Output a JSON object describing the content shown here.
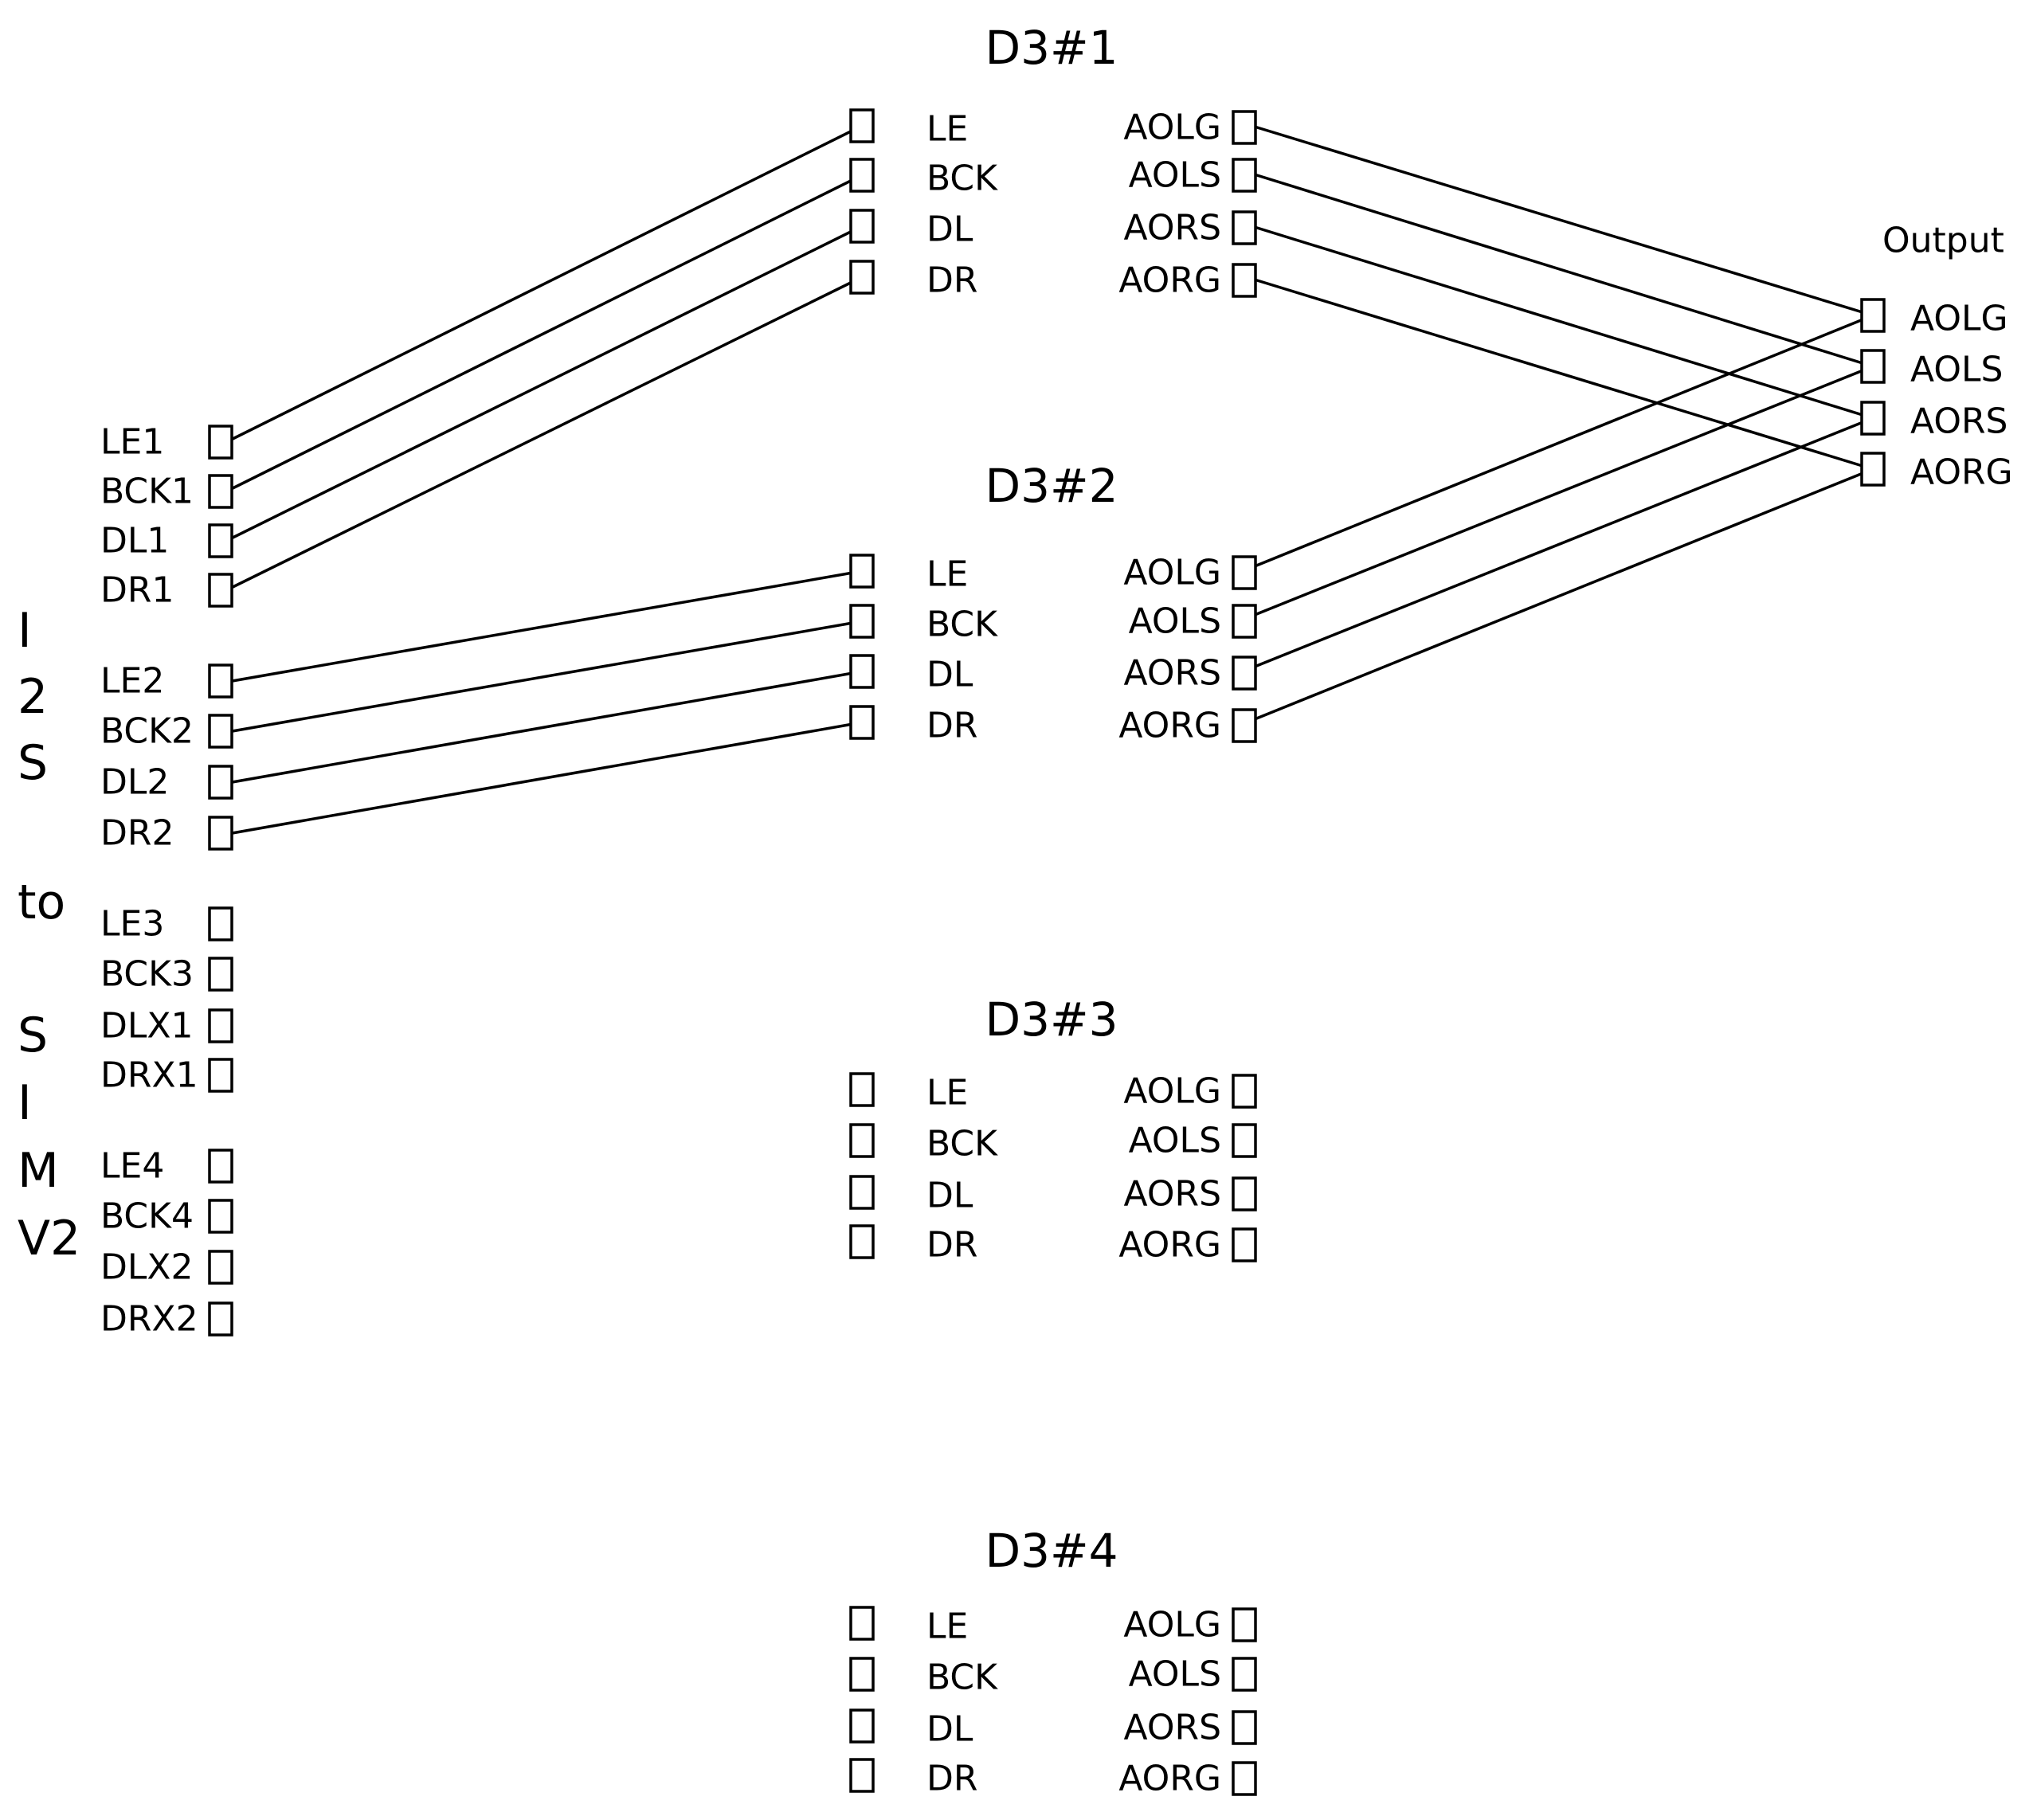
{
  "source": {
    "side_label": [
      "I",
      "2",
      "S",
      "to",
      "S",
      "I",
      "M",
      "V2"
    ],
    "groups": [
      [
        "LE1",
        "BCK1",
        "DL1",
        "DR1"
      ],
      [
        "LE2",
        "BCK2",
        "DL2",
        "DR2"
      ],
      [
        "LE3",
        "BCK3",
        "DLX1",
        "DRX1"
      ],
      [
        "LE4",
        "BCK4",
        "DLX2",
        "DRX2"
      ]
    ]
  },
  "chips": [
    {
      "title": "D3#1",
      "inputs": [
        "LE",
        "BCK",
        "DL",
        "DR"
      ],
      "outputs": [
        "AOLG",
        "AOLS",
        "AORS",
        "AORG"
      ]
    },
    {
      "title": "D3#2",
      "inputs": [
        "LE",
        "BCK",
        "DL",
        "DR"
      ],
      "outputs": [
        "AOLG",
        "AOLS",
        "AORS",
        "AORG"
      ]
    },
    {
      "title": "D3#3",
      "inputs": [
        "LE",
        "BCK",
        "DL",
        "DR"
      ],
      "outputs": [
        "AOLG",
        "AOLS",
        "AORS",
        "AORG"
      ]
    },
    {
      "title": "D3#4",
      "inputs": [
        "LE",
        "BCK",
        "DL",
        "DR"
      ],
      "outputs": [
        "AOLG",
        "AOLS",
        "AORS",
        "AORG"
      ]
    }
  ],
  "output": {
    "title": "Output",
    "pins": [
      "AOLG",
      "AOLS",
      "AORS",
      "AORG"
    ]
  },
  "connections": [
    {
      "from": "source.0.0",
      "to": "chip.0.in.0"
    },
    {
      "from": "source.0.1",
      "to": "chip.0.in.1"
    },
    {
      "from": "source.0.2",
      "to": "chip.0.in.2"
    },
    {
      "from": "source.0.3",
      "to": "chip.0.in.3"
    },
    {
      "from": "source.1.0",
      "to": "chip.1.in.0"
    },
    {
      "from": "source.1.1",
      "to": "chip.1.in.1"
    },
    {
      "from": "source.1.2",
      "to": "chip.1.in.2"
    },
    {
      "from": "source.1.3",
      "to": "chip.1.in.3"
    },
    {
      "from": "chip.0.out.0",
      "to": "output.0"
    },
    {
      "from": "chip.0.out.1",
      "to": "output.1"
    },
    {
      "from": "chip.0.out.2",
      "to": "output.2"
    },
    {
      "from": "chip.0.out.3",
      "to": "output.3"
    },
    {
      "from": "chip.1.out.0",
      "to": "output.0"
    },
    {
      "from": "chip.1.out.1",
      "to": "output.1"
    },
    {
      "from": "chip.1.out.2",
      "to": "output.2"
    },
    {
      "from": "chip.1.out.3",
      "to": "output.3"
    }
  ]
}
